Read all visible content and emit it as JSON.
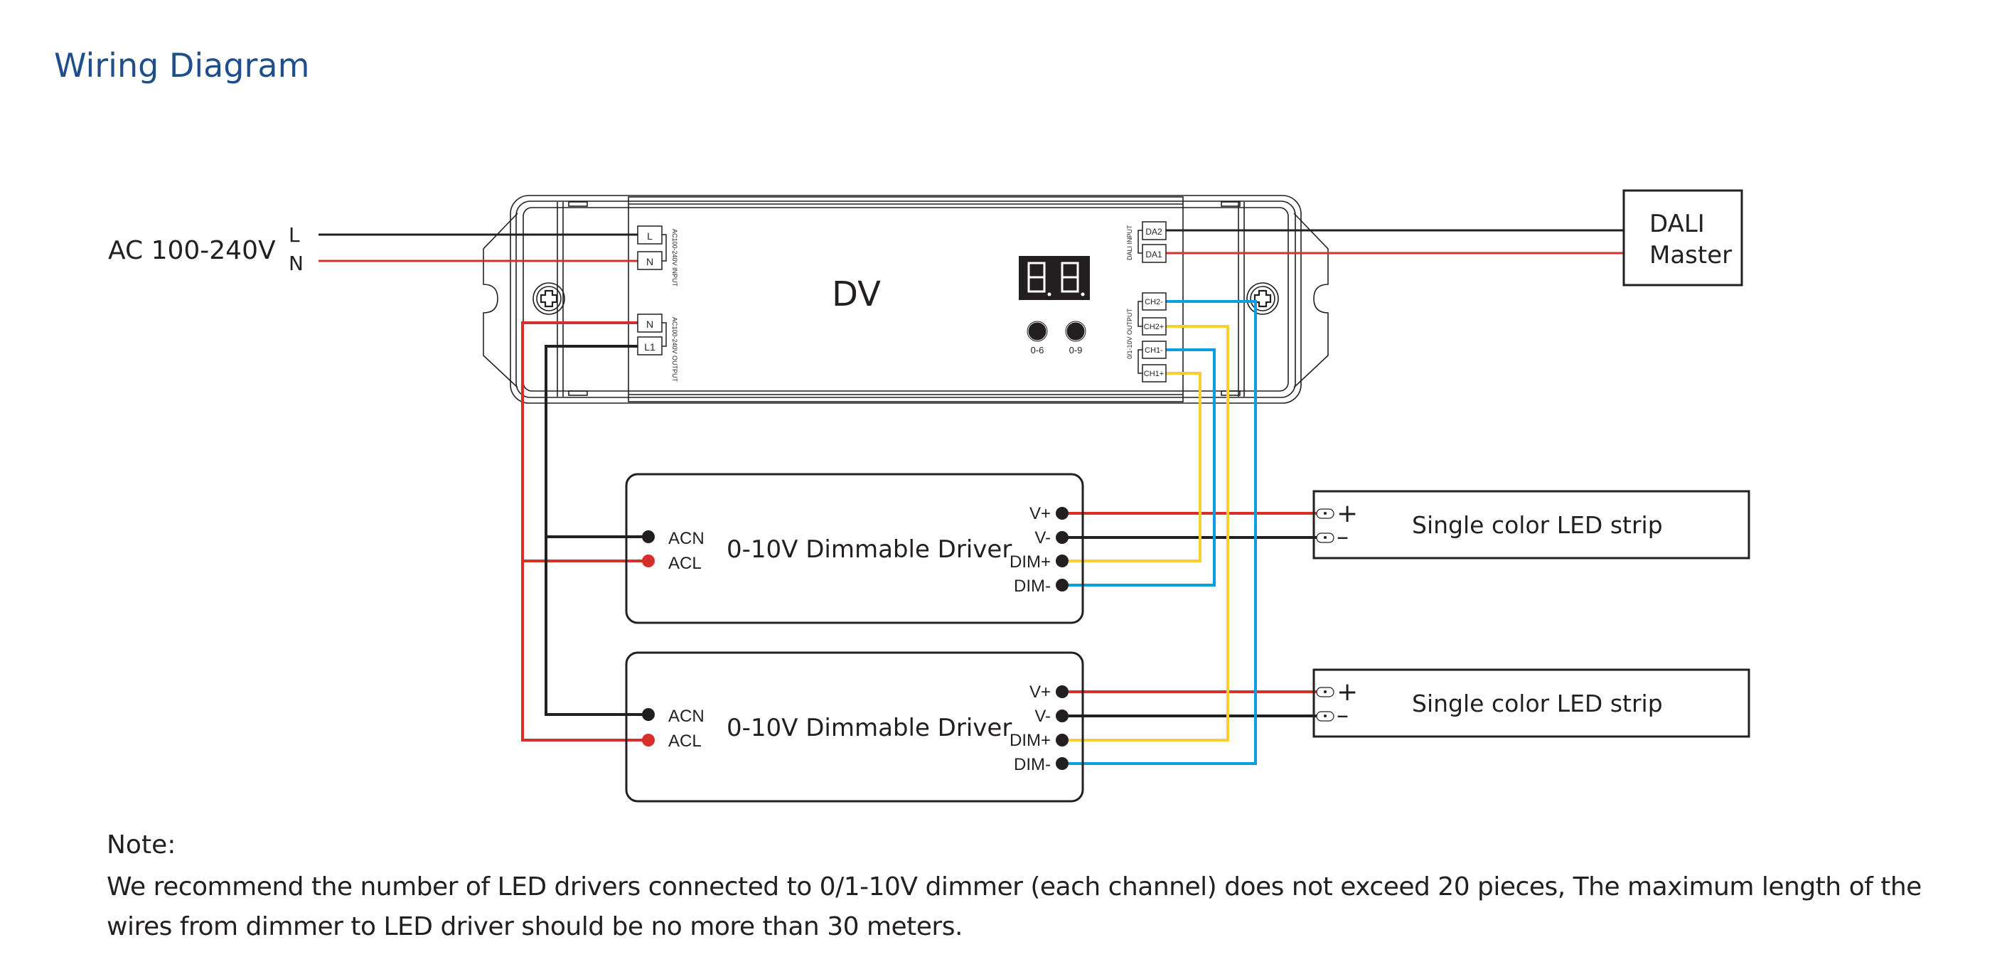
{
  "title": "Wiring Diagram",
  "colors": {
    "title": "#1f4e8c",
    "wire_live": "#d7302c",
    "wire_neutral": "#231f20",
    "wire_dim_plus": "#f7d030",
    "wire_dim_minus": "#0aa0e0",
    "outline": "#231f20"
  },
  "power_input": {
    "label": "AC 100-240V",
    "l_label": "L",
    "n_label": "N"
  },
  "dimmer": {
    "name": "DV",
    "display_icon": "seven-segment-display-88",
    "buttons": [
      {
        "label": "0-6"
      },
      {
        "label": "0-9"
      }
    ],
    "input_terminals": {
      "group_label": "AC100-240V INPUT",
      "terminals": [
        "L",
        "N"
      ]
    },
    "output_terminals": {
      "group_label": "AC100-240V OUTPUT",
      "terminals": [
        "N",
        "L1"
      ]
    },
    "dali_terminals": {
      "group_label": "DALI INPUT",
      "terminals": [
        "DA2",
        "DA1"
      ]
    },
    "channel_terminals": {
      "group_label": "0/1-10V OUTPUT",
      "terminals": [
        "CH2-",
        "CH2+",
        "CH1-",
        "CH1+"
      ]
    }
  },
  "dali_master": {
    "line1": "DALI",
    "line2": "Master"
  },
  "drivers": [
    {
      "name": "0-10V Dimmable Driver",
      "left_pins": [
        "ACN",
        "ACL"
      ],
      "right_pins": [
        "V+",
        "V-",
        "DIM+",
        "DIM-"
      ]
    },
    {
      "name": "0-10V Dimmable Driver",
      "left_pins": [
        "ACN",
        "ACL"
      ],
      "right_pins": [
        "V+",
        "V-",
        "DIM+",
        "DIM-"
      ]
    }
  ],
  "led_strips": [
    {
      "label": "Single color LED strip",
      "plus": "+",
      "minus": "–"
    },
    {
      "label": "Single color LED strip",
      "plus": "+",
      "minus": "–"
    }
  ],
  "note": {
    "heading": "Note:",
    "body": "We recommend the number of LED drivers connected to 0/1-10V dimmer (each channel) does not exceed 20 pieces, The maximum length of the wires from dimmer to LED driver should be no more than 30 meters."
  }
}
